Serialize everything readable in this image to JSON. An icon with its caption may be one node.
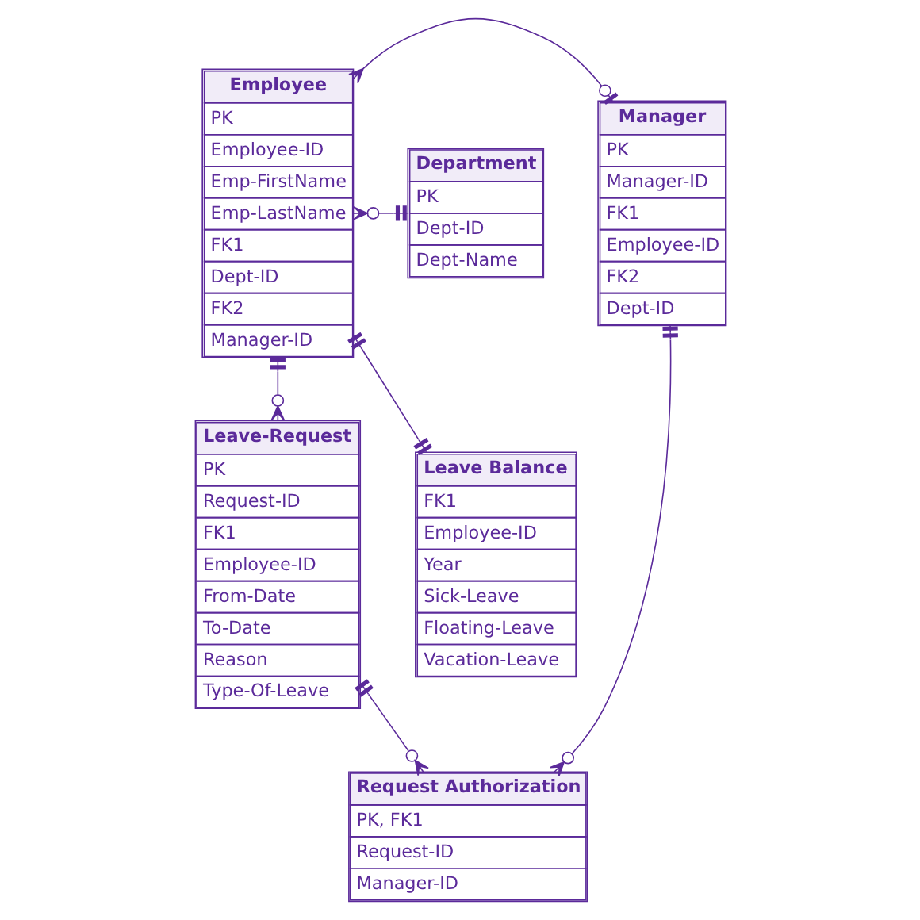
{
  "diagram": {
    "nodes": [
      {
        "text": [
          "Employee",
          "PK",
          "Employee-ID",
          "Emp-FirstName",
          "Emp-LastName",
          "FK1",
          "Dept-ID",
          "FK2",
          "Manager-ID"
        ]
      },
      {
        "text": [
          "Manager",
          "PK",
          "Manager-ID",
          "FK1",
          "Employee-ID",
          "FK2",
          "Dept-ID"
        ]
      },
      {
        "text": [
          "Department",
          "PK",
          "Dept-ID",
          "Dept-Name"
        ]
      },
      {
        "text": [
          "Leave-Request",
          "PK",
          "Request-ID",
          "FK1",
          "Employee-ID",
          "From-Date",
          "To-Date",
          "Reason",
          "Type-Of-Leave"
        ]
      },
      {
        "text": [
          "Leave Balance",
          "FK1",
          "Employee-ID",
          "Year",
          "Sick-Leave",
          "Floating-Leave",
          "Vacation-Leave"
        ]
      },
      {
        "text": [
          "Request Authorization",
          "PK, FK1",
          "Request-ID",
          "Manager-ID"
        ]
      }
    ],
    "edges": [
      {
        "from": 0,
        "to": 1,
        "arrow": "other"
      },
      {
        "from": 0,
        "to": 2,
        "arrow": "other"
      },
      {
        "from": 0,
        "to": 3,
        "arrow": "other"
      },
      {
        "from": 0,
        "to": 4,
        "arrow": "other"
      },
      {
        "from": 1,
        "to": 5,
        "arrow": "other"
      },
      {
        "from": 3,
        "to": 5,
        "arrow": "other"
      }
    ]
  }
}
